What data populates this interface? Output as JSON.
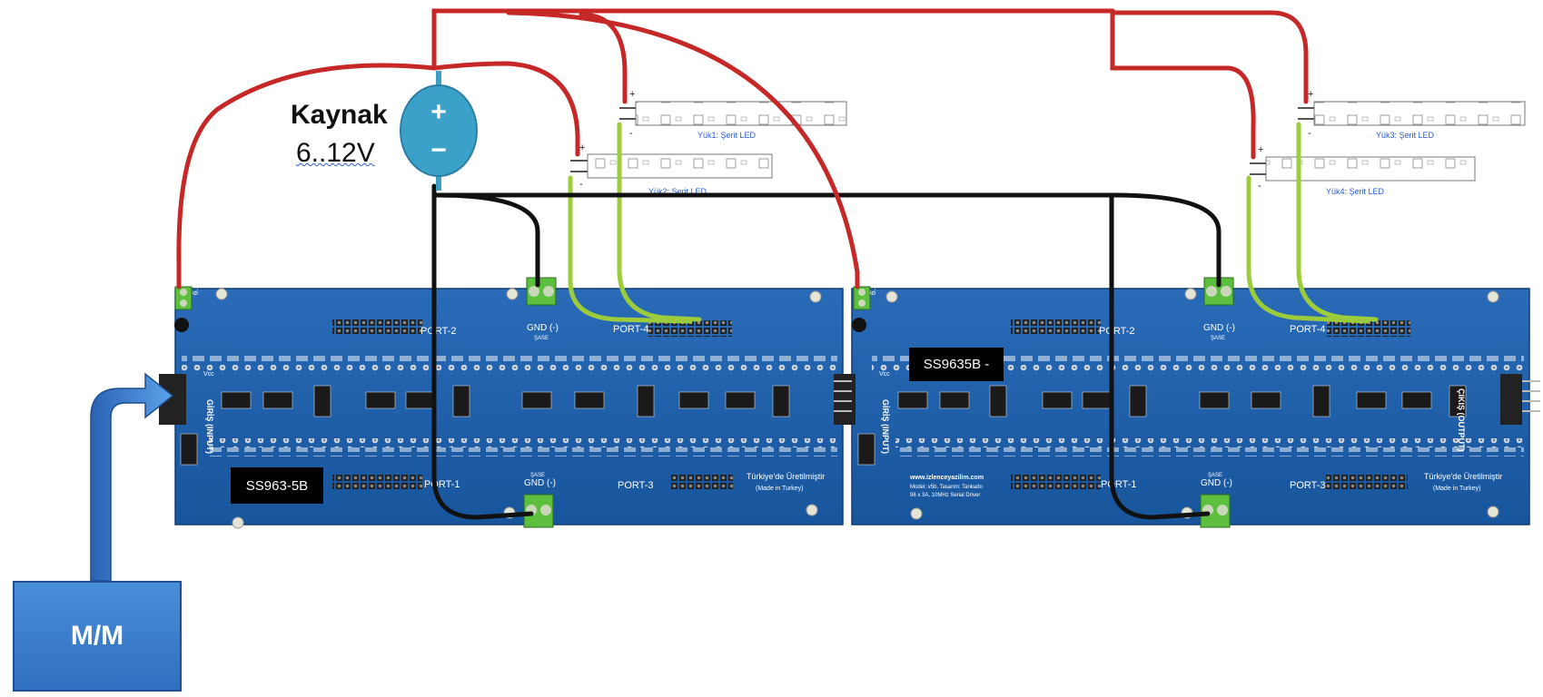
{
  "source": {
    "title": "Kaynak",
    "voltage": "6..12V",
    "plus": "+",
    "minus": "−"
  },
  "controller": {
    "label": "M/M"
  },
  "boards": [
    {
      "id_label": "SS963-5B",
      "port2": "PORT-2",
      "port3": "PORT-3",
      "port4": "PORT-4",
      "port1": "PORT-1",
      "gnd_top": "GND (-)",
      "gnd_bottom": "GND (-)",
      "sase": "ŞASE",
      "power": "6..12V",
      "input": "GİRİŞ (INPUT)",
      "vcc": "Vcc",
      "made_tr": "Türkiye'de Üretilmiştir",
      "made_en": "(Made in Turkey)"
    },
    {
      "id_label": "SS9635B -",
      "port2": "PORT-2",
      "port3": "PORT-3",
      "port4": "PORT-4",
      "port1": "PORT-1",
      "gnd_top": "GND (-)",
      "gnd_bottom": "GND (-)",
      "sase": "ŞASE",
      "power": "6..12V",
      "output": "ÇIKIŞ (OUTPUT)",
      "input": "GİRİŞ (INPUT)",
      "vcc": "Vcc",
      "made_tr": "Türkiye'de Üretilmiştir",
      "made_en": "(Made in Turkey)",
      "web": "www.izlenceyazilim.com",
      "model": "Model: v5b, Tasarım: Tankado",
      "spec": "96 x 3A, 10MHz Serial Driver"
    }
  ],
  "loads": [
    {
      "label": "Yük1: Şerit LED"
    },
    {
      "label": "Yük2: Şerit LED"
    },
    {
      "label": "Yük3: Şerit LED"
    },
    {
      "label": "Yük4: Şerit LED"
    }
  ],
  "colors": {
    "wire_power": "#c62828",
    "wire_ground": "#111111",
    "wire_signal": "#9ccc3c",
    "board": "#1f5fa8",
    "controller": "#3a7fcf",
    "source": "#3ba1c9"
  }
}
